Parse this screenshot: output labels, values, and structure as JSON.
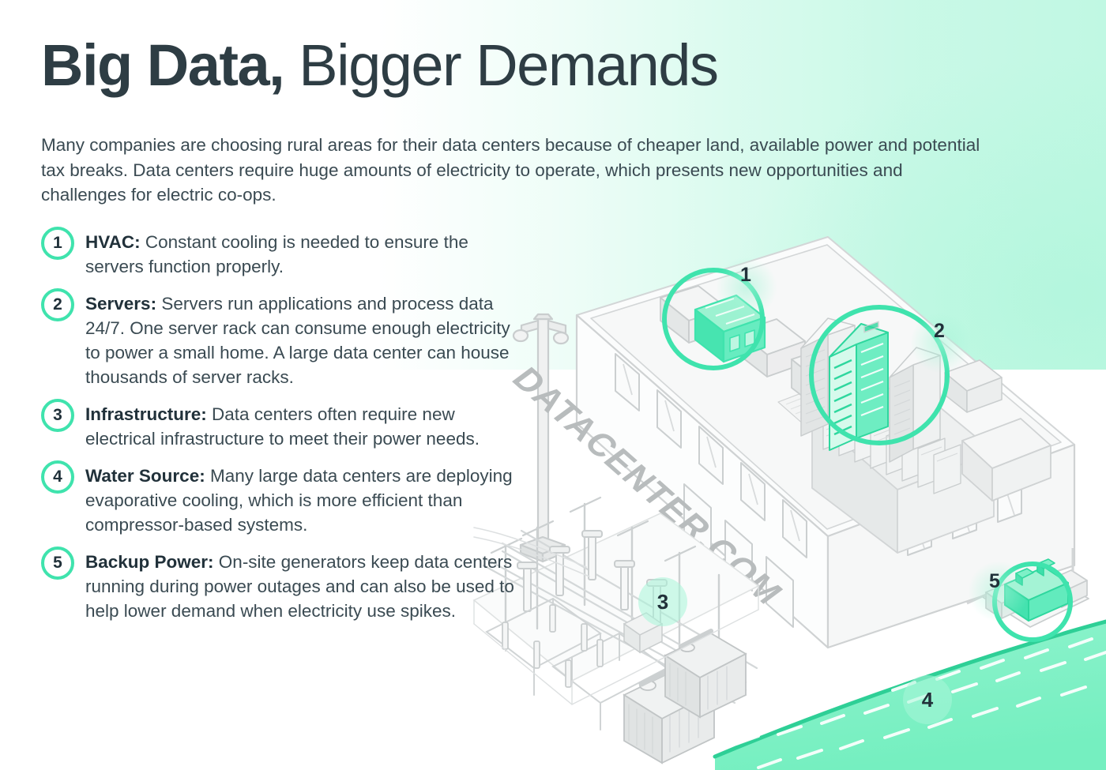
{
  "title": {
    "bold_part": "Big Data,",
    "light_part": " Bigger Demands"
  },
  "intro": "Many companies are choosing rural areas for their data centers because of cheaper land, available power and potential tax breaks. Data centers require huge amounts of electricity to operate, which presents new opportunities and challenges for electric co-ops.",
  "list": [
    {
      "number": "1",
      "lead": "HVAC:",
      "body": " Constant cooling is needed to ensure the servers function properly."
    },
    {
      "number": "2",
      "lead": "Servers:",
      "body": " Servers run applications and process data 24/7. One server rack can consume enough electricity to power a small home. A large data center can house thousands of server racks."
    },
    {
      "number": "3",
      "lead": "Infrastructure:",
      "body": " Data centers often require new electrical infrastructure to meet their power needs."
    },
    {
      "number": "4",
      "lead": "Water Source:",
      "body": " Many large data centers are deploying evaporative cooling, which is more efficient than compressor-based systems."
    },
    {
      "number": "5",
      "lead": "Backup Power:",
      "body": " On-site generators keep data centers running during power outages and can also be used to help lower demand when electricity use spikes."
    }
  ],
  "illustration": {
    "building_sign": "DATACENTER.COM",
    "callouts": [
      {
        "number": "1",
        "label": "hvac-units"
      },
      {
        "number": "2",
        "label": "server-racks"
      },
      {
        "number": "3",
        "label": "electrical-substation"
      },
      {
        "number": "4",
        "label": "water-source"
      },
      {
        "number": "5",
        "label": "backup-generators"
      }
    ]
  },
  "colors": {
    "accent_green": "#3fe3ad",
    "accent_green_soft": "#a8f5d8",
    "water_fill": "#7df0c4",
    "water_stroke": "#2ecf96",
    "text_dark": "#21313a",
    "text_body": "#3a4a52",
    "line_gray": "#c9cdce"
  }
}
